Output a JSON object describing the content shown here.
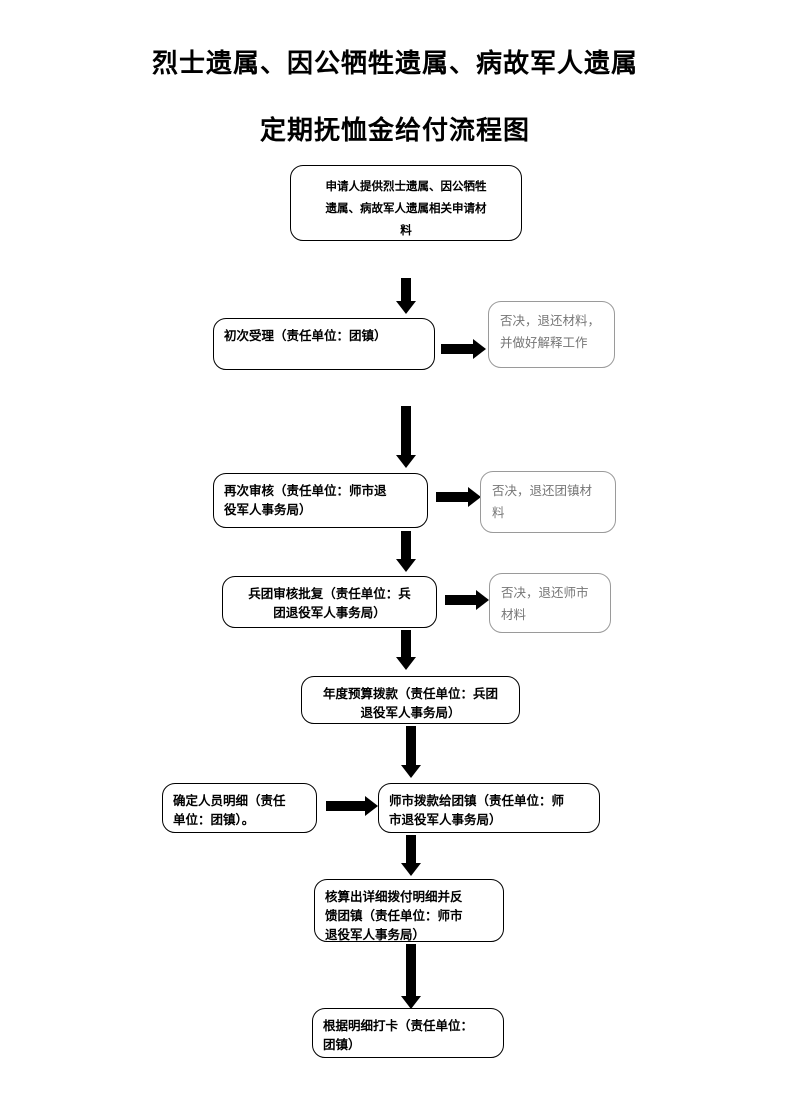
{
  "document": {
    "title_line_1": "烈士遗属、因公牺牲遗属、病故军人遗属",
    "title_line_2": "定期抚恤金给付流程图"
  },
  "colors": {
    "process_border": "#000000",
    "process_text": "#000000",
    "reject_border": "#9a9a9a",
    "reject_text": "#767676",
    "arrow": "#000000",
    "background": "#ffffff"
  },
  "flow": {
    "type": "flowchart",
    "orientation": "top-to-bottom",
    "nodes": [
      {
        "id": "apply",
        "kind": "process",
        "text": "申请人提供烈士遗属、因公牺牲\n遗属、病故军人遗属相关申请材\n料"
      },
      {
        "id": "first-accept",
        "kind": "process",
        "text": "初次受理（责任单位：团镇）"
      },
      {
        "id": "reject-1",
        "kind": "reject",
        "text": "否决，退还材料，\n并做好解释工作"
      },
      {
        "id": "second-review",
        "kind": "process",
        "text": "再次审核（责任单位：师市退\n役军人事务局）"
      },
      {
        "id": "reject-2",
        "kind": "reject",
        "text": "否决，退还团镇材\n料"
      },
      {
        "id": "corps-approve",
        "kind": "process",
        "text": "兵团审核批复（责任单位：兵\n团退役军人事务局）"
      },
      {
        "id": "reject-3",
        "kind": "reject",
        "text": "否决，退还师市\n材料"
      },
      {
        "id": "annual-budget",
        "kind": "process",
        "text": "年度预算拨款（责任单位：兵团\n退役军人事务局）"
      },
      {
        "id": "confirm-roster",
        "kind": "process",
        "text": "确定人员明细（责任\n单位：团镇）。"
      },
      {
        "id": "allocate-to-town",
        "kind": "process",
        "text": "师市拨款给团镇（责任单位：师\n市退役军人事务局）"
      },
      {
        "id": "detail-feedback",
        "kind": "process",
        "text": "核算出详细拨付明细并反\n馈团镇（责任单位：师市\n退役军人事务局）"
      },
      {
        "id": "card-payment",
        "kind": "process",
        "text": "根据明细打卡（责任单位：\n团镇）"
      }
    ],
    "edges": [
      {
        "from": "apply",
        "to": "first-accept",
        "direction": "down"
      },
      {
        "from": "first-accept",
        "to": "reject-1",
        "direction": "right"
      },
      {
        "from": "first-accept",
        "to": "second-review",
        "direction": "down"
      },
      {
        "from": "second-review",
        "to": "reject-2",
        "direction": "right"
      },
      {
        "from": "second-review",
        "to": "corps-approve",
        "direction": "down"
      },
      {
        "from": "corps-approve",
        "to": "reject-3",
        "direction": "right"
      },
      {
        "from": "corps-approve",
        "to": "annual-budget",
        "direction": "down"
      },
      {
        "from": "annual-budget",
        "to": "allocate-to-town",
        "direction": "down"
      },
      {
        "from": "confirm-roster",
        "to": "allocate-to-town",
        "direction": "right"
      },
      {
        "from": "allocate-to-town",
        "to": "detail-feedback",
        "direction": "down"
      },
      {
        "from": "detail-feedback",
        "to": "card-payment",
        "direction": "down"
      }
    ]
  }
}
